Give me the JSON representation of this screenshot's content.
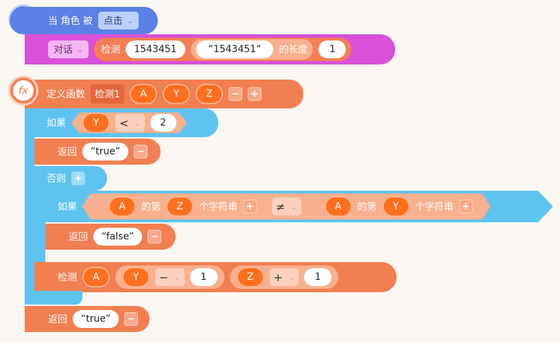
{
  "event": {
    "prefix": "当 角色 被",
    "dropdown_value": "点击"
  },
  "dialog": {
    "dropdown_value": "对话",
    "call_label": "检测",
    "arg1": "1543451",
    "string_value": "“1543451”",
    "length_label": "的长度",
    "arg3": "1"
  },
  "function_def": {
    "label": "定义函数",
    "name": "检测1",
    "params": [
      "A",
      "Y",
      "Z"
    ],
    "minus": "−",
    "plus": "+"
  },
  "if1": {
    "label": "如果",
    "var": "Y",
    "op": "<",
    "value": "2"
  },
  "return1": {
    "label": "返回",
    "value": "“true”",
    "minus": "−"
  },
  "else": {
    "label": "否则",
    "plus": "+"
  },
  "if2": {
    "label": "如果",
    "left": {
      "var": "A",
      "of_label": "的第",
      "idx": "Z",
      "char_label": "个字符串",
      "plus": "+"
    },
    "op": "≠",
    "right": {
      "var": "A",
      "of_label": "的第",
      "idx": "Y",
      "char_label": "个字符串",
      "plus": "+"
    }
  },
  "return2": {
    "label": "返回",
    "value": "“false”",
    "minus": "−"
  },
  "call": {
    "label": "检测",
    "arg_a": "A",
    "y_var": "Y",
    "minus_op": "−",
    "one1": "1",
    "z_var": "Z",
    "plus_op": "+",
    "one2": "1"
  },
  "return3": {
    "label": "返回",
    "value": "“true”",
    "minus": "−"
  }
}
